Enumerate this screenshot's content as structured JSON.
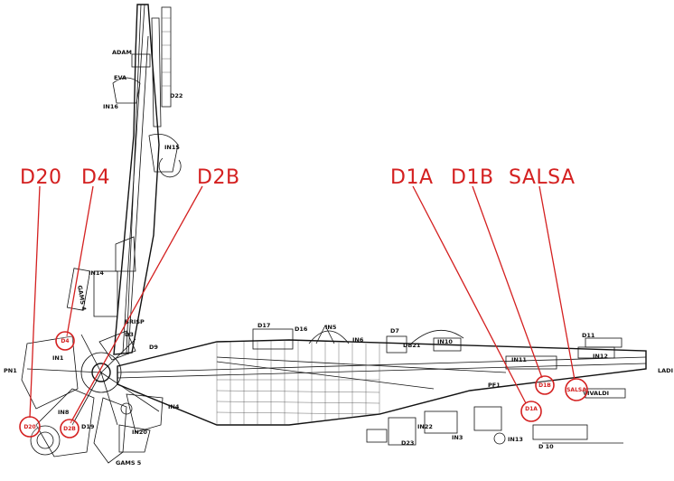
{
  "colors": {
    "accent": "#d42020",
    "ink": "#111111",
    "background": "#ffffff"
  },
  "callouts": [
    {
      "id": "D20",
      "label": "D20",
      "circle_label": "D20"
    },
    {
      "id": "D4",
      "label": "D4",
      "circle_label": "D4"
    },
    {
      "id": "D2B",
      "label": "D2B",
      "circle_label": "D2B"
    },
    {
      "id": "D1A",
      "label": "D1A",
      "circle_label": "D1A"
    },
    {
      "id": "D1B",
      "label": "D1B",
      "circle_label": "D1B"
    },
    {
      "id": "SALSA",
      "label": "SALSA",
      "circle_label": "SALSA"
    }
  ],
  "plan_labels": [
    "ADAM",
    "EVA",
    "IN16",
    "D22",
    "IN15",
    "IN14",
    "GAMS 4",
    "BRISP",
    "D3",
    "D9",
    "PN1",
    "IN1",
    "IN8",
    "D19",
    "IN20",
    "IN4",
    "GAMS 5",
    "D17",
    "D16",
    "IN5",
    "IN6",
    "D7",
    "DB21",
    "IN10",
    "D11",
    "IN11",
    "IN12",
    "LADI",
    "PF1",
    "VIVALDI",
    "IN22",
    "D23",
    "IN3",
    "IN13",
    "D 10"
  ]
}
